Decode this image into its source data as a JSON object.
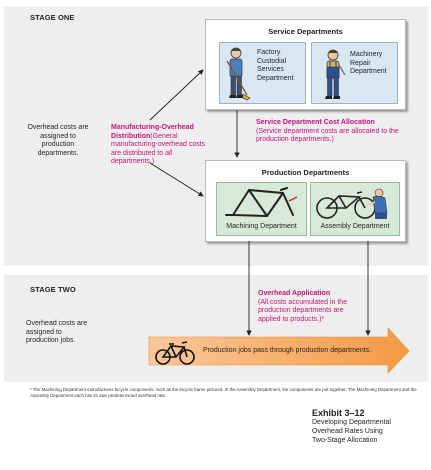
{
  "stage_one": {
    "label": "STAGE ONE",
    "side_text": "Overhead costs are assigned to production departments."
  },
  "service": {
    "title": "Service Departments",
    "custodial": "Factory Custodial Services Department",
    "repair": "Machinery Repair Department"
  },
  "mfg_overhead": {
    "heading": "Manufacturing-Overhead Distribution",
    "body_pre": "(General manufacturing-overhead costs are distributed to ",
    "body_em": "all",
    "body_post": " departments.)"
  },
  "service_alloc": {
    "heading": "Service Department Cost Allocation",
    "body": "(Service department costs are allocated to the production departments.)"
  },
  "production": {
    "title": "Production Departments",
    "machining": "Machining Department",
    "assembly": "Assembly Department"
  },
  "stage_two": {
    "label": "STAGE TWO",
    "side_text": "Overhead costs are assigned to production jobs."
  },
  "overhead_app": {
    "heading": "Overhead Application",
    "body_pre": "(All costs accumulated in the production departments are applied to products.)",
    "body_mark": "*"
  },
  "big_arrow_text": "Production jobs pass through production departments.",
  "footnote": "* The Machining Department manufactures bicycle components, such as the bicycle frame pictured. In the Assembly Department, the components are put together. The Machining Department and the Assembly Department each has its own predetermined overhead rate.",
  "exhibit": {
    "number": "Exhibit 3–12",
    "caption_l1": "Developing Departmental",
    "caption_l2": "Overhead Rates Using",
    "caption_l3": "Two-Stage Allocation"
  },
  "colors": {
    "magenta": "#c4147a",
    "panel": "#eeeeee",
    "service_blue": "#d9e7f3",
    "production_green": "#d7ead9",
    "arrow_orange": "#f7a35a"
  }
}
